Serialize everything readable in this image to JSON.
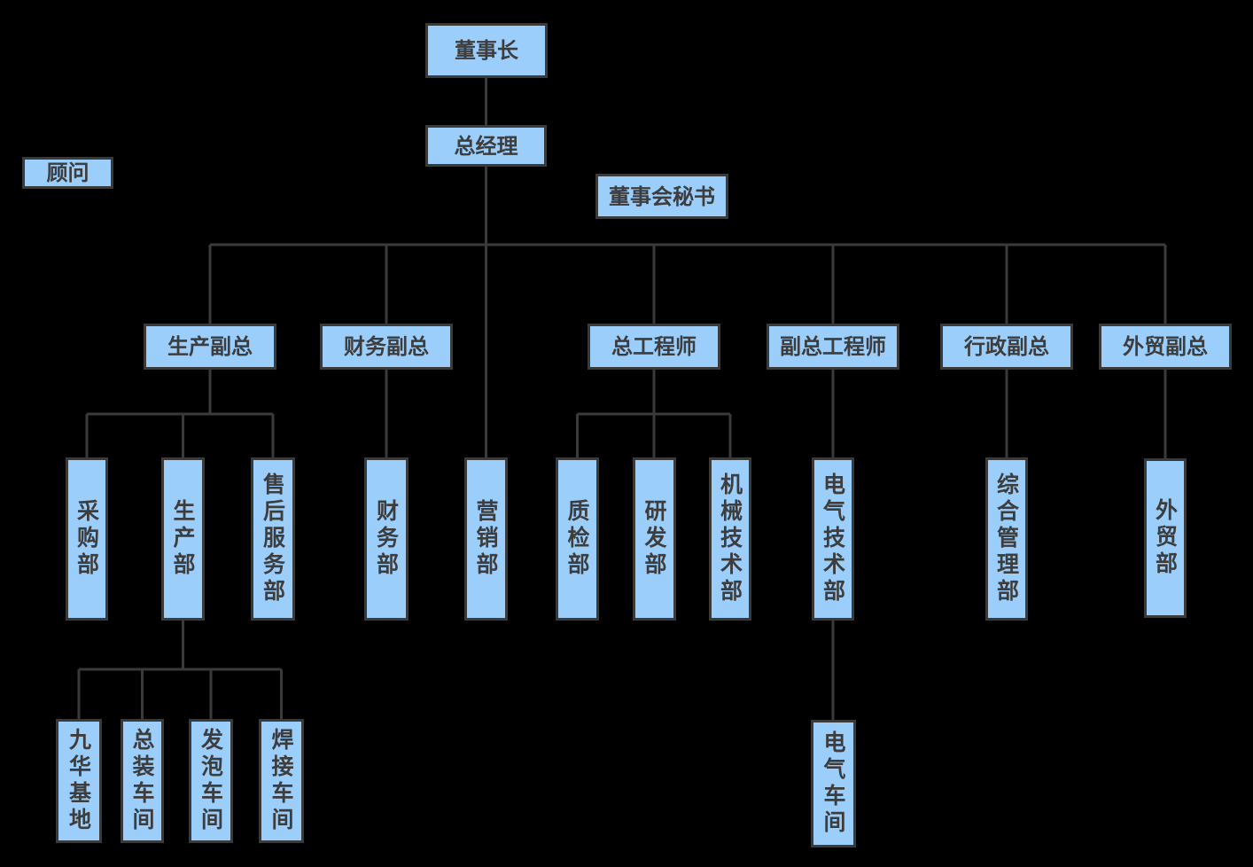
{
  "diagram": {
    "type": "org-chart",
    "colors": {
      "background": "#000000",
      "node_fill": "#9CCEFC",
      "node_border": "#3A3A3A",
      "connector": "#3A3A3A",
      "node_text": "#3D3D3D"
    },
    "nodes": {
      "chairman": {
        "label": "董事长"
      },
      "general_manager": {
        "label": "总经理"
      },
      "advisor": {
        "label": "顾问"
      },
      "board_secretary": {
        "label": "董事会秘书"
      },
      "production_vp": {
        "label": "生产副总"
      },
      "finance_vp": {
        "label": "财务副总"
      },
      "chief_engineer": {
        "label": "总工程师"
      },
      "deputy_chief_engineer": {
        "label": "副总工程师"
      },
      "admin_vp": {
        "label": "行政副总"
      },
      "trade_vp": {
        "label": "外贸副总"
      },
      "purchasing_dept": {
        "label": "采购部"
      },
      "production_dept": {
        "label": "生产部"
      },
      "after_sales_dept": {
        "label": "售后服务部"
      },
      "finance_dept": {
        "label": "财务部"
      },
      "marketing_dept": {
        "label": "营销部"
      },
      "qc_dept": {
        "label": "质检部"
      },
      "rd_dept": {
        "label": "研发部"
      },
      "mechanical_tech_dept": {
        "label": "机械技术部"
      },
      "electrical_tech_dept": {
        "label": "电气技术部"
      },
      "general_mgmt_dept": {
        "label": "综合管理部"
      },
      "foreign_trade_dept": {
        "label": "外贸部"
      },
      "jiuhua_base": {
        "label": "九华基地"
      },
      "assembly_workshop": {
        "label": "总装车间"
      },
      "foaming_workshop": {
        "label": "发泡车间"
      },
      "welding_workshop": {
        "label": "焊接车间"
      },
      "electrical_workshop": {
        "label": "电气车间"
      }
    },
    "edges": [
      {
        "from": "chairman",
        "to": "general_manager"
      },
      {
        "from": "general_manager",
        "to": "production_vp"
      },
      {
        "from": "general_manager",
        "to": "finance_vp"
      },
      {
        "from": "general_manager",
        "to": "marketing_dept"
      },
      {
        "from": "general_manager",
        "to": "chief_engineer"
      },
      {
        "from": "general_manager",
        "to": "deputy_chief_engineer"
      },
      {
        "from": "general_manager",
        "to": "admin_vp"
      },
      {
        "from": "general_manager",
        "to": "trade_vp"
      },
      {
        "from": "production_vp",
        "to": "purchasing_dept"
      },
      {
        "from": "production_vp",
        "to": "production_dept"
      },
      {
        "from": "production_vp",
        "to": "after_sales_dept"
      },
      {
        "from": "finance_vp",
        "to": "finance_dept"
      },
      {
        "from": "chief_engineer",
        "to": "qc_dept"
      },
      {
        "from": "chief_engineer",
        "to": "rd_dept"
      },
      {
        "from": "chief_engineer",
        "to": "mechanical_tech_dept"
      },
      {
        "from": "deputy_chief_engineer",
        "to": "electrical_tech_dept"
      },
      {
        "from": "admin_vp",
        "to": "general_mgmt_dept"
      },
      {
        "from": "trade_vp",
        "to": "foreign_trade_dept"
      },
      {
        "from": "production_dept",
        "to": "jiuhua_base"
      },
      {
        "from": "production_dept",
        "to": "assembly_workshop"
      },
      {
        "from": "production_dept",
        "to": "foaming_workshop"
      },
      {
        "from": "production_dept",
        "to": "welding_workshop"
      },
      {
        "from": "electrical_tech_dept",
        "to": "electrical_workshop"
      }
    ]
  }
}
